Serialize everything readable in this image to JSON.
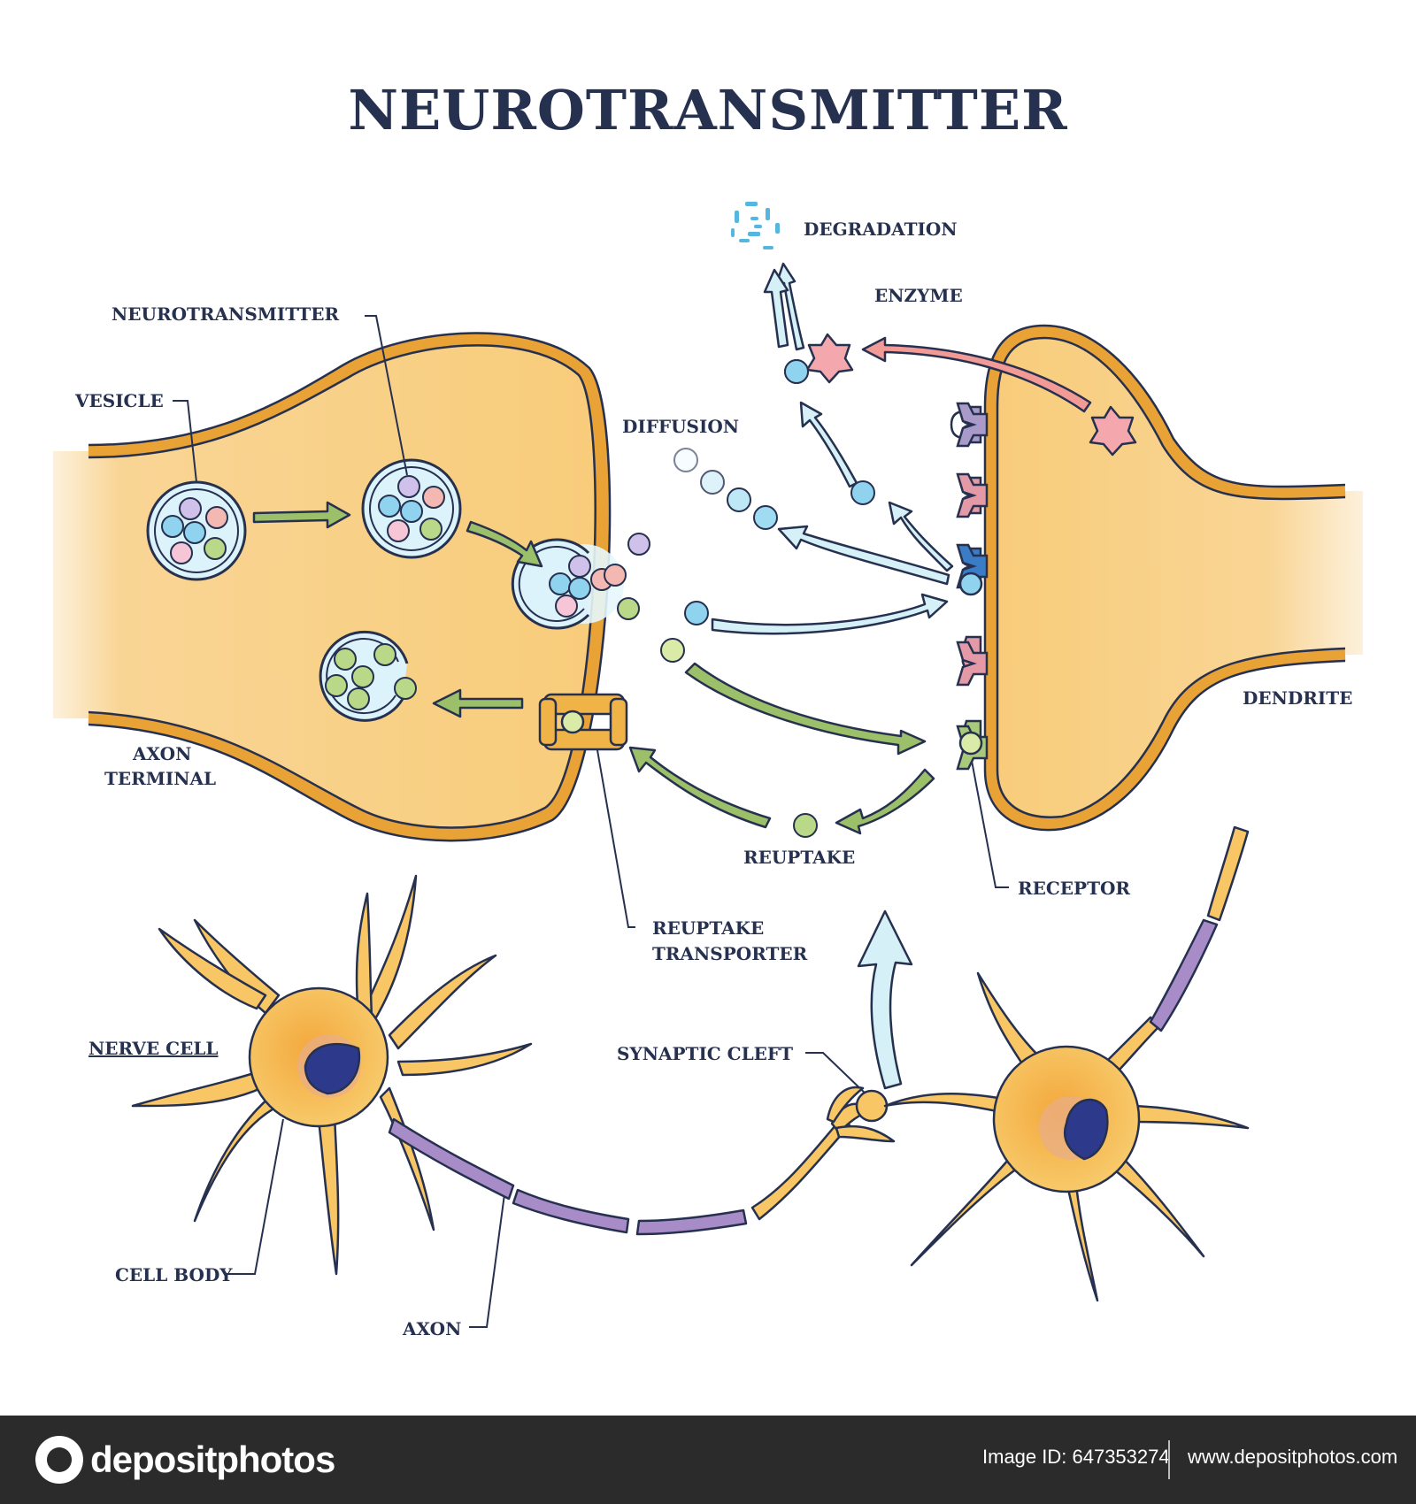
{
  "title": "NEUROTRANSMITTER",
  "labels": {
    "neurotransmitter": "NEUROTRANSMITTER",
    "vesicle": "VESICLE",
    "diffusion": "DIFFUSION",
    "degradation": "DEGRADATION",
    "enzyme": "ENZYME",
    "axon_terminal": [
      "AXON",
      "TERMINAL"
    ],
    "dendrite": "DENDRITE",
    "reuptake": "REUPTAKE",
    "receptor": "RECEPTOR",
    "reuptake_transporter": [
      "REUPTAKE",
      "TRANSPORTER"
    ],
    "nerve_cell": "NERVE CELL",
    "synaptic_cleft": "SYNAPTIC CLEFT",
    "cell_body": "CELL BODY",
    "axon": "AXON"
  },
  "footer": {
    "brand": "depositphotos",
    "image_id": "Image ID: 647353274",
    "url": "www.depositphotos.com"
  },
  "colors": {
    "title": "#26304f",
    "membrane_fill": "#f8cc7a",
    "membrane_stroke": "#e8a236",
    "outline": "#26304f",
    "diffusion_arrow": "#d6f0f8",
    "reuptake_arrow": "#9cc06a",
    "enzyme_arrow": "#f29a95",
    "myelin": "#a88cc8",
    "nucleus": "#2d3a8c",
    "footer_bg": "#2b2b2b"
  }
}
